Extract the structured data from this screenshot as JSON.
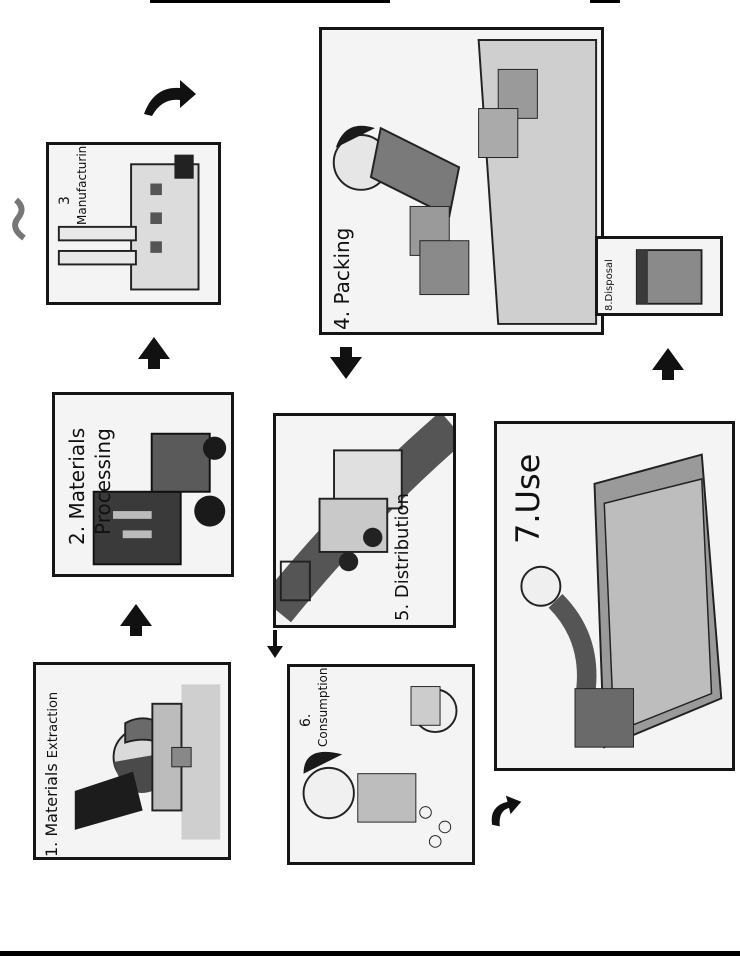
{
  "panels": [
    {
      "id": "p1",
      "num": "1.",
      "title": "Materials",
      "subtitle": "Extraction"
    },
    {
      "id": "p2",
      "num": "2.",
      "title": "Materials",
      "subtitle": "Processing"
    },
    {
      "id": "p3",
      "num": "3",
      "title": "Manufacturing"
    },
    {
      "id": "p4",
      "num": "4.",
      "title": "Packing"
    },
    {
      "id": "p5",
      "num": "5.",
      "title": "Distribution"
    },
    {
      "id": "p6",
      "num": "6.",
      "title": "Consumption"
    },
    {
      "id": "p7",
      "num": "7.",
      "title": "Use"
    },
    {
      "id": "p8",
      "num": "8.",
      "title": "Disposal"
    }
  ],
  "colors": {
    "ink": "#151515",
    "paper": "#f4f4f4",
    "shade": "#8a8a8a",
    "dark": "#3a3a3a"
  }
}
